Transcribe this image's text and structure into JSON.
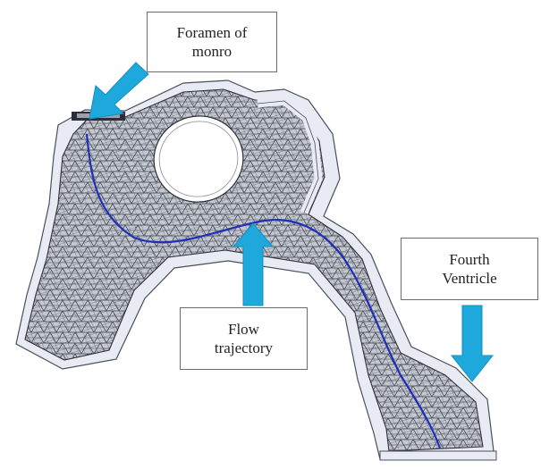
{
  "labels": {
    "foramen": "Foramen of\nmonro",
    "fourth": "Fourth\nVentricle",
    "flow": "Flow\ntrajectory"
  },
  "colors": {
    "arrow": "#1fa8dc",
    "trajectory": "#1f2fb8",
    "mesh_fill": "#c2c6cf",
    "mesh_line": "#3a3d47",
    "wall": "#e9ecf5",
    "wall_edge": "#4a4f5c"
  },
  "icons": {
    "arrow_foramen": "arrow-down-left-icon",
    "arrow_flow": "arrow-up-icon",
    "arrow_fourth": "arrow-down-icon"
  }
}
